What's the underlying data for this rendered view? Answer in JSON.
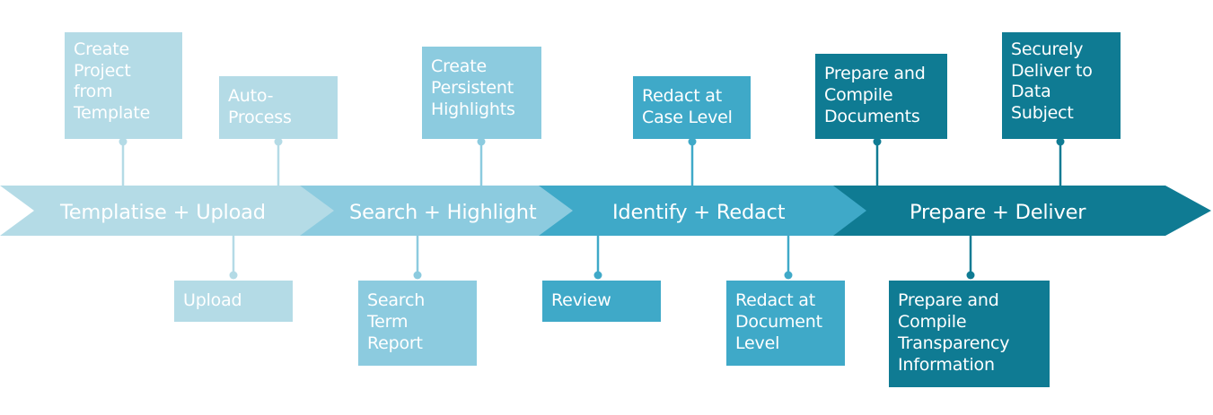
{
  "stages": [
    {
      "label": "Templatise + Upload",
      "color": "#b4dbe6"
    },
    {
      "label": "Search + Highlight",
      "color": "#8ccbdf"
    },
    {
      "label": "Identify + Redact",
      "color": "#3fa9c8"
    },
    {
      "label": "Prepare + Deliver",
      "color": "#0f7b93"
    }
  ],
  "steps": {
    "create_project": "Create\nProject\nfrom\nTemplate",
    "auto_process": "Auto-\nProcess",
    "upload": "Upload",
    "create_highlights": "Create\nPersistent\nHighlights",
    "search_term_report": "Search\nTerm\nReport",
    "redact_case_level": "Redact at\nCase Level",
    "review": "Review",
    "redact_document_level": "Redact at\nDocument\nLevel",
    "prepare_compile_documents": "Prepare and\nCompile\nDocuments",
    "securely_deliver": "Securely\nDeliver to\nData\nSubject",
    "prepare_compile_transparency": "Prepare and\nCompile\nTransparency\nInformation"
  }
}
